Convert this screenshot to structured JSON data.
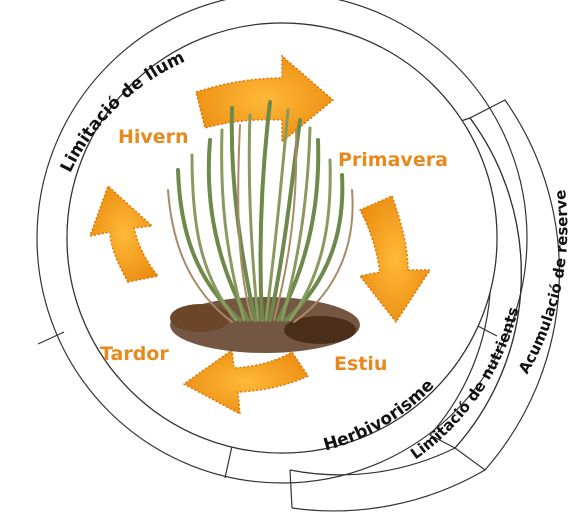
{
  "diagram": {
    "outer_rings": [
      {
        "id": "light",
        "label": "Limitació de llum"
      },
      {
        "id": "herbivory",
        "label": "Herbivorisme"
      },
      {
        "id": "nutrients",
        "label": "Limitació de nutrients"
      },
      {
        "id": "reserves",
        "label": "Acumulació de reserves"
      }
    ],
    "seasons": {
      "winter": "Hivern",
      "spring": "Primavera",
      "summer": "Estiu",
      "autumn": "Tardor"
    },
    "colors": {
      "arrow_fill": "#f5a21b",
      "arrow_edge": "#d9780b",
      "season_text": "#e8891e",
      "ring_stroke": "#333333",
      "leaf_green": "#6e8a4a",
      "root_brown": "#5a3a22"
    },
    "center_image": "seagrass-plant"
  }
}
